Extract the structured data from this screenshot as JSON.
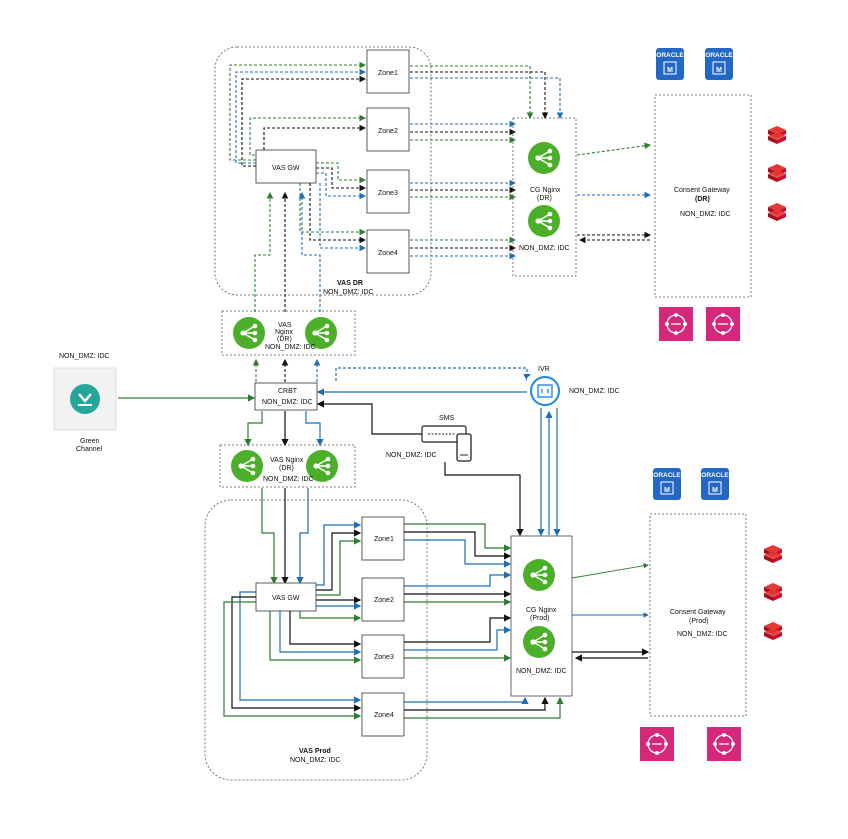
{
  "dr": {
    "region_title": "VAS DR",
    "region_sub": "NON_DMZ: IDC",
    "zones": [
      "Zone1",
      "Zone2",
      "Zone3",
      "Zone4"
    ],
    "gw": "VAS GW",
    "cg_nginx": [
      "CG Nginx",
      "(DR)"
    ],
    "cg_nginx_sub": "NON_DMZ: IDC",
    "consent": [
      "Consent Gateway",
      "(DR)"
    ],
    "consent_sub": "NON_DMZ: IDC",
    "vas_nginx": [
      "VAS",
      "Nginx",
      "(DR)"
    ],
    "vas_nginx_sub": "NON_DMZ: IDC"
  },
  "center": {
    "green_channel_top": "NON_DMZ: IDC",
    "green_channel": [
      "Green",
      "Channel"
    ],
    "crbt": "CRBT",
    "crbt_sub": "NON_DMZ: IDC",
    "ivr": "IVR",
    "ivr_sub": "NON_DMZ: IDC",
    "sms": "SMS",
    "sms_sub": "NON_DMZ: IDC",
    "vas_nginx_prod": [
      "VAS Nginx",
      "(DR)"
    ],
    "vas_nginx_prod_sub": "NON_DMZ: IDC"
  },
  "prod": {
    "region_title": "VAS Prod",
    "region_sub": "NON_DMZ: IDC",
    "zones": [
      "Zone1",
      "Zone2",
      "Zone3",
      "Zone4"
    ],
    "gw": "VAS GW",
    "cg_nginx": [
      "CG Nginx",
      "(Prod)"
    ],
    "cg_nginx_sub": "NON_DMZ: IDC",
    "consent": [
      "Consent Gateway",
      "(Prod)"
    ],
    "consent_sub": "NON_DMZ: IDC"
  },
  "oracle_label": "ORACLE",
  "colors": {
    "green": "#2e7d32",
    "blue": "#1e6fb5",
    "black": "#111111",
    "nginx": "#4caf2a",
    "oracle": "#2468c5",
    "redis": "#c8102e",
    "pink": "#d6287a"
  }
}
